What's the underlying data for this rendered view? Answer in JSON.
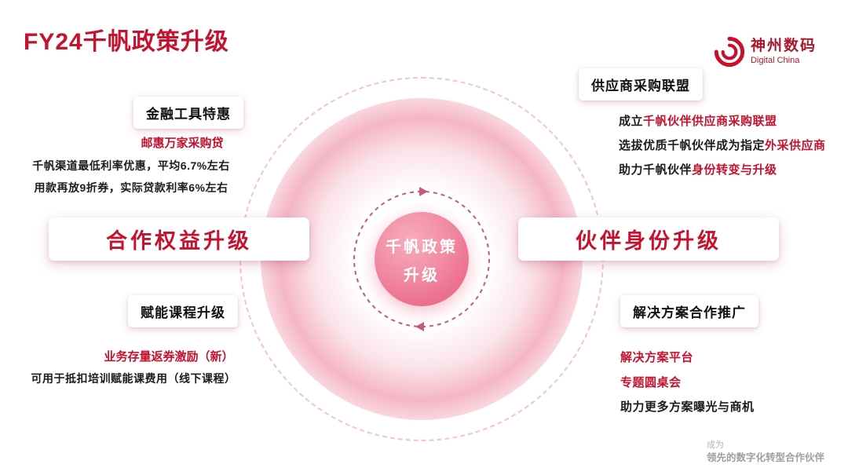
{
  "title": "FY24千帆政策升级",
  "logo": {
    "brand": "神州数码",
    "sub": "Digital China"
  },
  "center": {
    "line1": "千帆政策",
    "line2": "升级"
  },
  "left": {
    "finance": {
      "header": "金融工具特惠",
      "highlight": "邮惠万家采购贷",
      "line1": "千帆渠道最低利率优惠，平均6.7%左右",
      "line2": "用款再放9折券，实际贷款利率6%左右"
    },
    "main_label": "合作权益升级",
    "course": {
      "header": "赋能课程升级",
      "highlight": "业务存量返券激励（新）",
      "line1": "可用于抵扣培训赋能课费用（线下课程）"
    }
  },
  "right": {
    "alliance": {
      "header": "供应商采购联盟",
      "line1_black": "成立",
      "line1_red": "千帆伙伴供应商采购联盟",
      "line2_black": "选拔优质千帆伙伴成为指定",
      "line2_red": "外采供应商",
      "line3_black": "助力千帆伙伴",
      "line3_red": "身份转变与升级"
    },
    "main_label": "伙伴身份升级",
    "solution": {
      "header": "解决方案合作推广",
      "red1": "解决方案平台",
      "red2": "专题圆桌会",
      "line1": "助力更多方案曝光与商机"
    }
  },
  "footer": {
    "line1": "成为",
    "line2": "领先的数字化转型合作伙伴"
  },
  "colors": {
    "accent": "#C4122F",
    "pink": "#F28EA6"
  }
}
